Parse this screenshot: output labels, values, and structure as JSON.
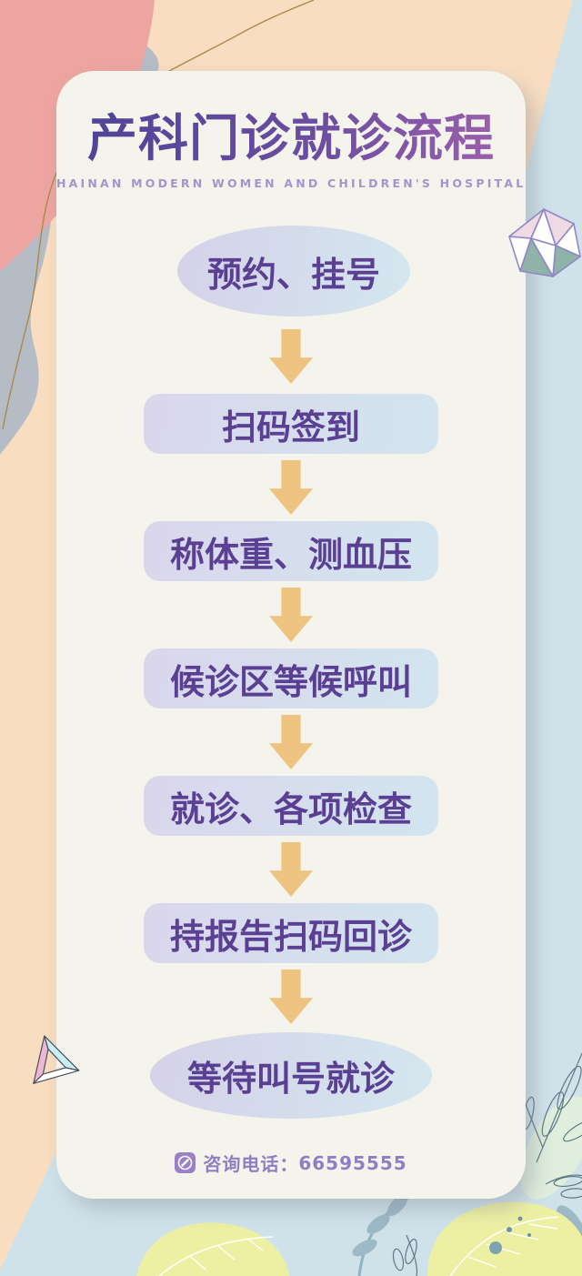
{
  "poster": {
    "title": "产科门诊就诊流程",
    "subtitle": "HAINAN MODERN WOMEN AND CHILDREN'S HOSPITAL",
    "steps": [
      {
        "label": "预约、挂号",
        "shape": "ellipse"
      },
      {
        "label": "扫码签到",
        "shape": "rect"
      },
      {
        "label": "称体重、测血压",
        "shape": "rect"
      },
      {
        "label": "候诊区等候呼叫",
        "shape": "rect"
      },
      {
        "label": "就诊、各项检查",
        "shape": "rect"
      },
      {
        "label": "持报告扫码回诊",
        "shape": "rect"
      },
      {
        "label": "等待叫号就诊",
        "shape": "ellipse"
      }
    ],
    "hotline": {
      "icon": "phone-icon",
      "label": "咨询电话：",
      "number": "66595555"
    },
    "colors": {
      "title_gradient_start": "#4c4297",
      "title_gradient_end": "#a162ae",
      "subtitle_text": "#a295cc",
      "step_text": "#5a3f92",
      "step_gradient_left": "#dad6ec",
      "step_gradient_right": "#d2e5ef",
      "arrow": "#eec27f",
      "card_bg": "#f4f4ec",
      "bg_peach": "#f8ddc1",
      "bg_blue": "#cfe2ea",
      "blob_pink": "#eda5a1",
      "blob_gray": "#b5bcc6",
      "hotline_text": "#8e7fc3",
      "hotline_badge": "#9a80c4"
    }
  }
}
